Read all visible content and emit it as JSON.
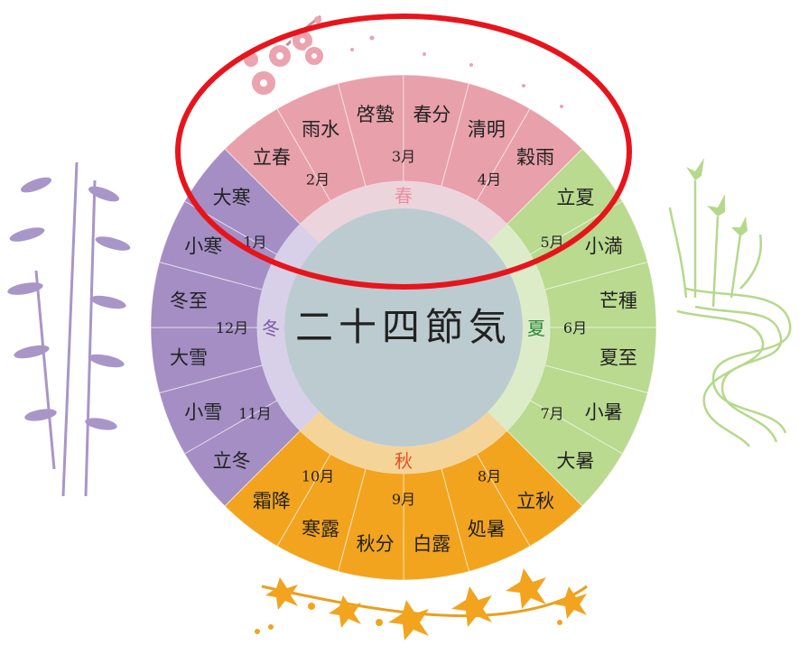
{
  "title": "二十四節気",
  "seasons": [
    {
      "key": "spring",
      "label": "春",
      "color": "#e8a0aa",
      "inner_color": "#ecd4dc",
      "label_color": "#e88fa2"
    },
    {
      "key": "summer",
      "label": "夏",
      "color": "#b9da8f",
      "inner_color": "#dcecc8",
      "label_color": "#2a8a3a"
    },
    {
      "key": "autumn",
      "label": "秋",
      "color": "#f2a41e",
      "inner_color": "#f5d49a",
      "label_color": "#e4502a"
    },
    {
      "key": "winter",
      "label": "冬",
      "color": "#a48ec4",
      "inner_color": "#d8cfe8",
      "label_color": "#7a5aa8"
    }
  ],
  "center_color": "#bccbd0",
  "terms": [
    {
      "name": "立春",
      "season": "spring"
    },
    {
      "name": "雨水",
      "season": "spring"
    },
    {
      "name": "啓蟄",
      "season": "spring"
    },
    {
      "name": "春分",
      "season": "spring"
    },
    {
      "name": "清明",
      "season": "spring"
    },
    {
      "name": "穀雨",
      "season": "spring"
    },
    {
      "name": "立夏",
      "season": "summer"
    },
    {
      "name": "小満",
      "season": "summer"
    },
    {
      "name": "芒種",
      "season": "summer"
    },
    {
      "name": "夏至",
      "season": "summer"
    },
    {
      "name": "小暑",
      "season": "summer"
    },
    {
      "name": "大暑",
      "season": "summer"
    },
    {
      "name": "立秋",
      "season": "autumn"
    },
    {
      "name": "処暑",
      "season": "autumn"
    },
    {
      "name": "白露",
      "season": "autumn"
    },
    {
      "name": "秋分",
      "season": "autumn"
    },
    {
      "name": "寒露",
      "season": "autumn"
    },
    {
      "name": "霜降",
      "season": "autumn"
    },
    {
      "name": "立冬",
      "season": "winter"
    },
    {
      "name": "小雪",
      "season": "winter"
    },
    {
      "name": "大雪",
      "season": "winter"
    },
    {
      "name": "冬至",
      "season": "winter"
    },
    {
      "name": "小寒",
      "season": "winter"
    },
    {
      "name": "大寒",
      "season": "winter"
    }
  ],
  "months": [
    "1月",
    "2月",
    "3月",
    "4月",
    "5月",
    "6月",
    "7月",
    "8月",
    "9月",
    "10月",
    "11月",
    "12月"
  ],
  "highlight_color": "#e8141c",
  "decoration_names": [
    "plum-blossom",
    "iris",
    "maple-branch",
    "bamboo"
  ]
}
